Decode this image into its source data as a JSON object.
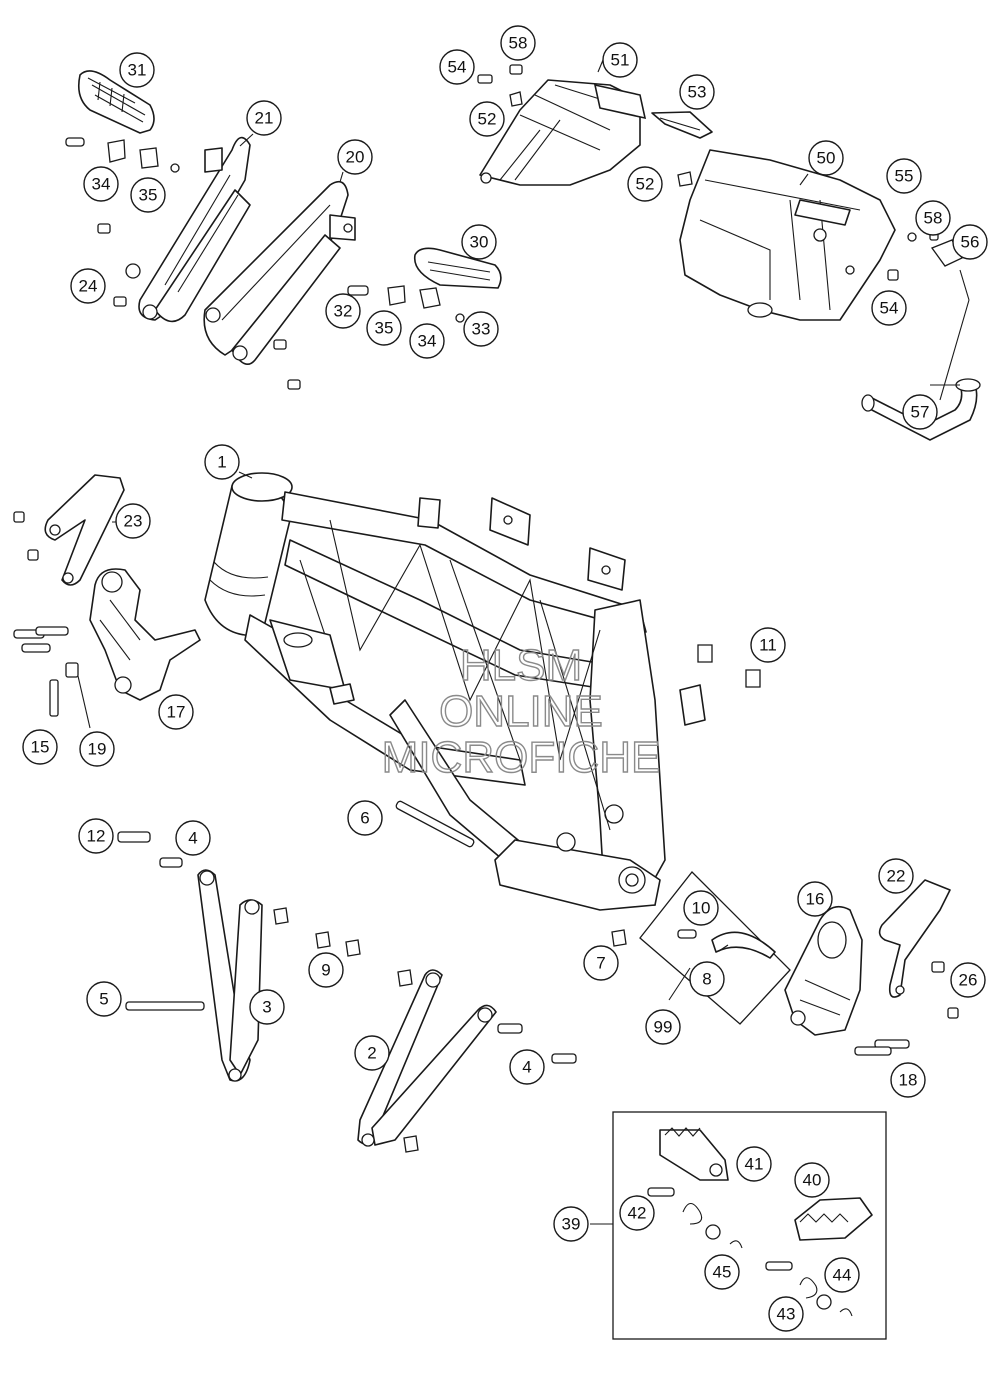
{
  "watermark": {
    "line1": "HLSM",
    "line2": "ONLINE",
    "line3": "MICROFICHE"
  },
  "callouts": [
    "1",
    "2",
    "3",
    "4",
    "4",
    "5",
    "6",
    "7",
    "8",
    "9",
    "10",
    "11",
    "12",
    "15",
    "16",
    "17",
    "18",
    "19",
    "20",
    "21",
    "22",
    "23",
    "24",
    "26",
    "30",
    "31",
    "32",
    "33",
    "34",
    "34",
    "35",
    "35",
    "39",
    "40",
    "41",
    "42",
    "43",
    "44",
    "45",
    "50",
    "51",
    "52",
    "52",
    "53",
    "54",
    "54",
    "55",
    "56",
    "57",
    "58",
    "58",
    "99"
  ]
}
